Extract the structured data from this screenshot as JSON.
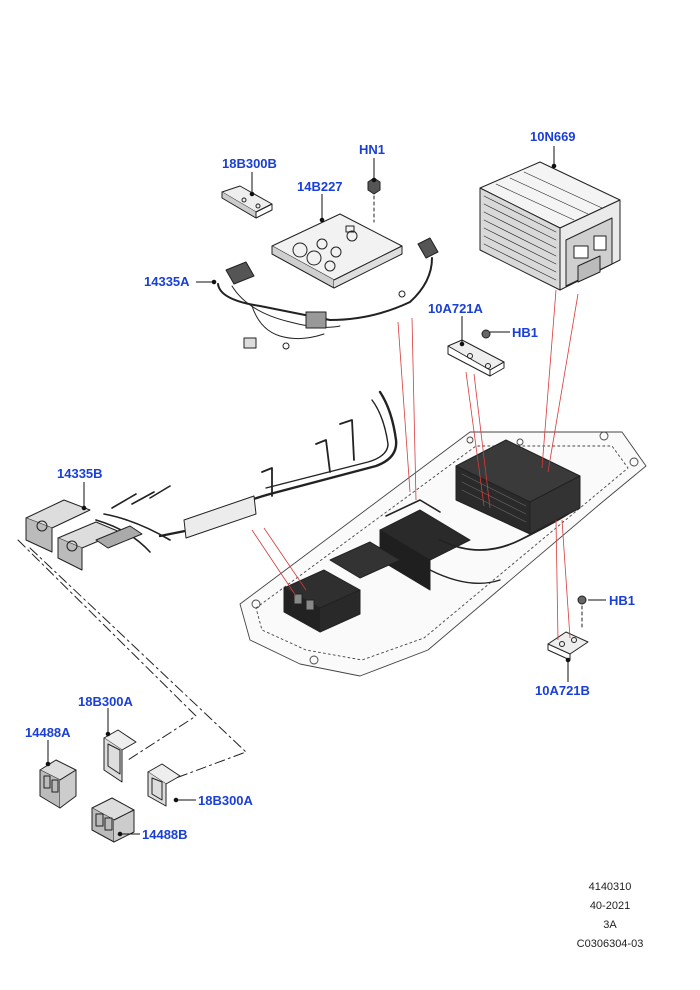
{
  "colors": {
    "callout": "#1a3fd6",
    "leader": "#d83a3a",
    "line_art": "#222222",
    "dark_fill": "#2a2a2a"
  },
  "callouts": {
    "c18B300B": "18B300B",
    "cHN1": "HN1",
    "c14B227": "14B227",
    "c10N669": "10N669",
    "c14335A": "14335A",
    "c10A721A": "10A721A",
    "cHB1_top": "HB1",
    "c14335B": "14335B",
    "cHB1_bottom": "HB1",
    "c10A721B": "10A721B",
    "c18B300A_top": "18B300A",
    "c14488A": "14488A",
    "c18B300A_bottom": "18B300A",
    "c14488B": "14488B"
  },
  "reference": {
    "line1": "4140310",
    "line2": "40-2021",
    "line3": "3A",
    "line4": "C0306304-03"
  }
}
